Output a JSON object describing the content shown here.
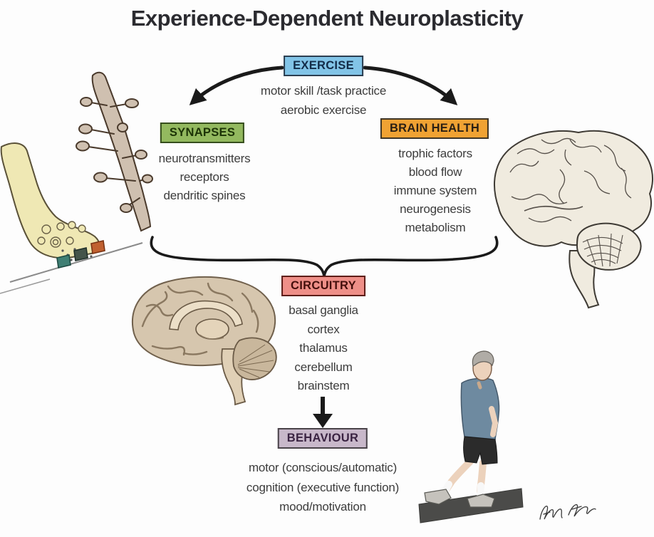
{
  "title": "Experience-Dependent Neuroplasticity",
  "diagram": {
    "exercise": {
      "label": "EXERCISE",
      "bg_color": "#82c4e7",
      "items": [
        "motor skill /task practice",
        "aerobic exercise"
      ]
    },
    "synapses": {
      "label": "SYNAPSES",
      "bg_color": "#93b95f",
      "items": [
        "neurotransmitters",
        "receptors",
        "dendritic spines"
      ]
    },
    "brain_health": {
      "label": "BRAIN HEALTH",
      "bg_color": "#f0a233",
      "items": [
        "trophic factors",
        "blood flow",
        "immune system",
        "neurogenesis",
        "metabolism"
      ]
    },
    "circuitry": {
      "label": "CIRCUITRY",
      "bg_color": "#ee8f88",
      "items": [
        "basal ganglia",
        "cortex",
        "thalamus",
        "cerebellum",
        "brainstem"
      ]
    },
    "behaviour": {
      "label": "BEHAVIOUR",
      "bg_color": "#c8b8ca",
      "items": [
        "motor (conscious/automatic)",
        "cognition (executive function)",
        "mood/motivation"
      ]
    }
  },
  "connectors": {
    "left_arrow": "exercise-to-synapses",
    "right_arrow": "exercise-to-brain-health",
    "brace": "synapses-and-brain-health-to-circuitry",
    "down_arrow": "circuitry-to-behaviour",
    "arrow_color": "#1a1a1a"
  },
  "illustrations": {
    "dendrite": "dendrite-with-dendritic-spines",
    "synapse_terminal": "axon-terminal-releasing-neurotransmitters-onto-receptors",
    "whole_brain": "lateral-view-of-brain",
    "sagittal_brain": "mid-sagittal-brain-section",
    "treadmill_walker": "man-walking-on-treadmill",
    "signature": "artist-handwritten-signature"
  }
}
